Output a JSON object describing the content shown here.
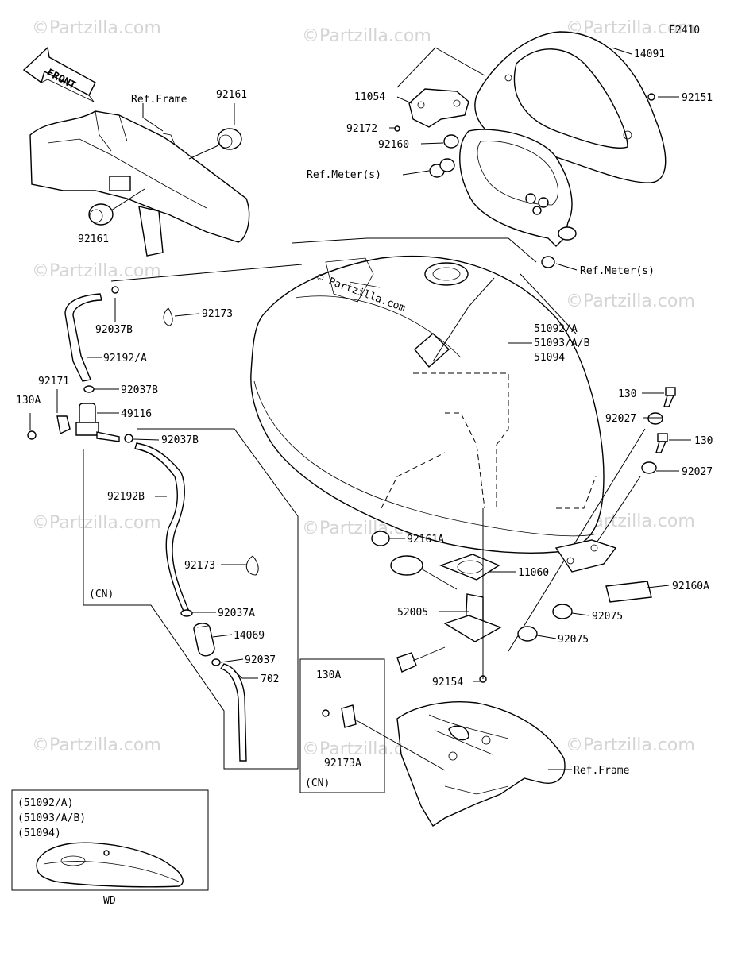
{
  "figure_code": "F2410",
  "front_label": "FRONT",
  "watermark": "©Partzilla.com",
  "center_watermark": "© Partzilla.com",
  "inset": {
    "lines": [
      "(51092/A)",
      "(51093/A/B)",
      "(51094)"
    ],
    "caption": "WD"
  },
  "cn_box": {
    "part": "130A",
    "part2": "92173A",
    "tag": "(CN)"
  },
  "cn_left_tag": "(CN)",
  "labels": {
    "p14091": "14091",
    "p11054": "11054",
    "p92151": "92151",
    "p92172": "92172",
    "p92160": "92160",
    "ref_meter_1": "Ref.Meter(s)",
    "ref_meter_2": "Ref.Meter(s)",
    "ref_frame_top": "Ref.Frame",
    "ref_frame_bottom": "Ref.Frame",
    "p92161_top": "92161",
    "p92161_bottom": "92161",
    "p92173_top": "92173",
    "p92037B_1": "92037B",
    "p92192A": "92192/A",
    "p92171": "92171",
    "p92037B_2": "92037B",
    "p130A": "130A",
    "p49116": "49116",
    "p92037B_3": "92037B",
    "p92192B": "92192B",
    "p92173_mid": "92173",
    "p92037A": "92037A",
    "p14069": "14069",
    "p92037": "92037",
    "p702": "702",
    "p51092A": "51092/A",
    "p51093AB": "51093/A/B",
    "p51094": "51094",
    "p130_1": "130",
    "p92027_1": "92027",
    "p130_2": "130",
    "p92027_2": "92027",
    "p92161A": "92161A",
    "p11060": "11060",
    "p92160A": "92160A",
    "p52005": "52005",
    "p92075_1": "92075",
    "p92075_2": "92075",
    "p92154": "92154"
  }
}
